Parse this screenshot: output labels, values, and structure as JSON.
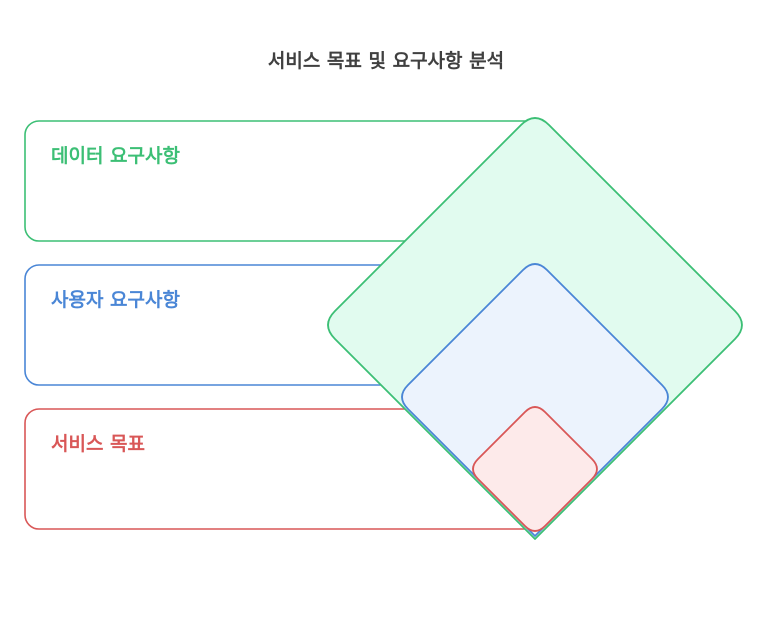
{
  "title": "서비스 목표 및 요구사항 분석",
  "layers": [
    {
      "label": "데이터 요구사항",
      "stroke": "#3cbf75",
      "fill": "#e1fbef"
    },
    {
      "label": "사용자 요구사항",
      "stroke": "#4a86d6",
      "fill": "#ecf3fd"
    },
    {
      "label": "서비스 목표",
      "stroke": "#d95757",
      "fill": "#fdeaea"
    }
  ]
}
